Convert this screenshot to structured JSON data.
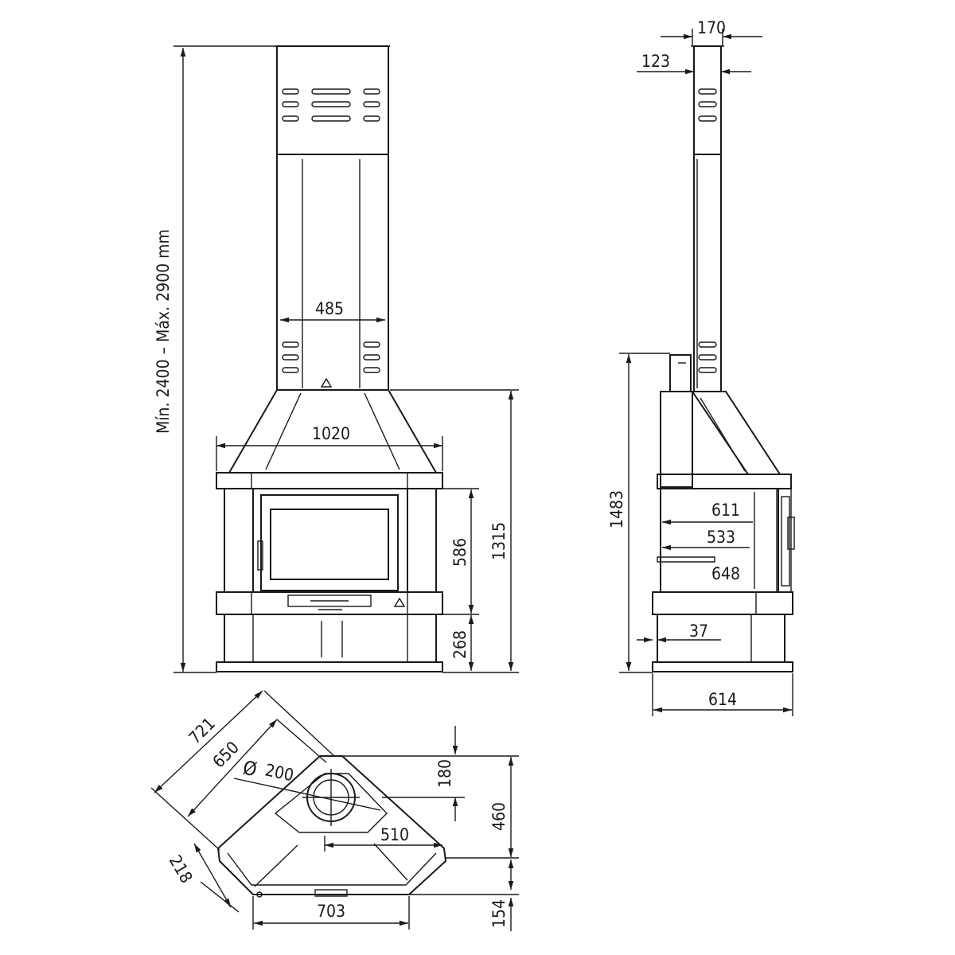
{
  "front": {
    "height_range_label": "Mín. 2400 – Máx. 2900 mm",
    "chimney_width": "485",
    "hood_width": "1020",
    "door_height": "586",
    "base_height": "268",
    "total_height": "1315"
  },
  "side": {
    "flue_outer": "170",
    "flue_inner": "123",
    "height": "1483",
    "depth_a": "611",
    "depth_b": "533",
    "depth_c": "648",
    "offset": "37",
    "total_depth": "614"
  },
  "plan": {
    "diag_outer": "721",
    "diag_inner": "650",
    "flue_diameter_symbol": "Ø",
    "flue_diameter": "200",
    "offset_top": "180",
    "depth": "460",
    "flue_offset": "510",
    "corner": "218",
    "front_width": "703",
    "front_depth": "154"
  }
}
